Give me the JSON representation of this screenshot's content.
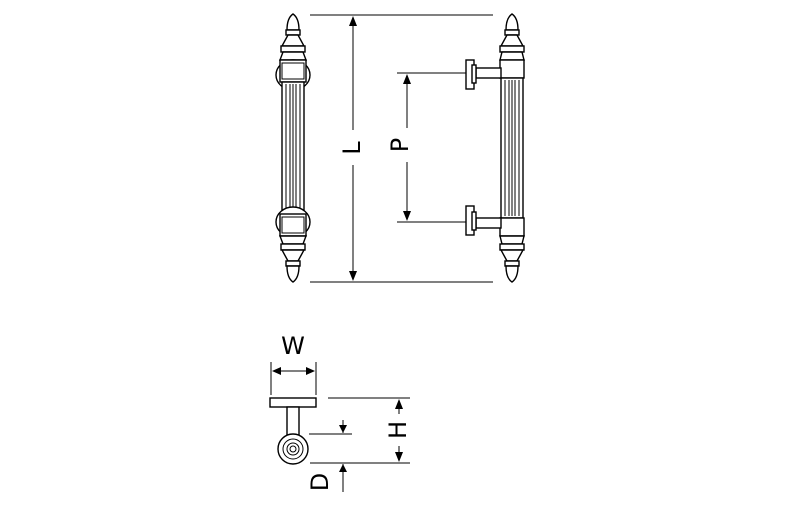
{
  "diagram": {
    "labels": {
      "length": "L",
      "pitch": "P",
      "width": "W",
      "height": "H",
      "diameter": "D"
    }
  }
}
